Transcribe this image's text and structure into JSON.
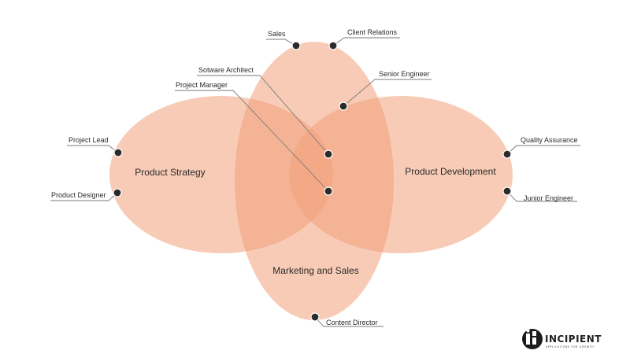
{
  "colors": {
    "set_fill": "#f2a07a",
    "marker": "#2b2b2b",
    "leader": "#7a7a7a",
    "text": "#2a2a2a"
  },
  "regions": {
    "strategy": "Product Strategy",
    "development": "Product Development",
    "marketing": "Marketing and Sales"
  },
  "callouts": {
    "sales": "Sales",
    "client_relations": "Client Relations",
    "software_architect": "Sotware Architect",
    "project_manager": "Project Manager",
    "senior_engineer": "Senior Engineer",
    "project_lead": "Project Lead",
    "product_designer": "Product Designer",
    "quality_assurance": "Quality Assurance",
    "junior_engineer": "Junior Engineer",
    "content_director": "Content Director"
  },
  "logo": {
    "name": "INCIPIENT",
    "tagline": "APPLICATIONS FOR GROWTH",
    "icon": "incipient-logo-icon"
  }
}
